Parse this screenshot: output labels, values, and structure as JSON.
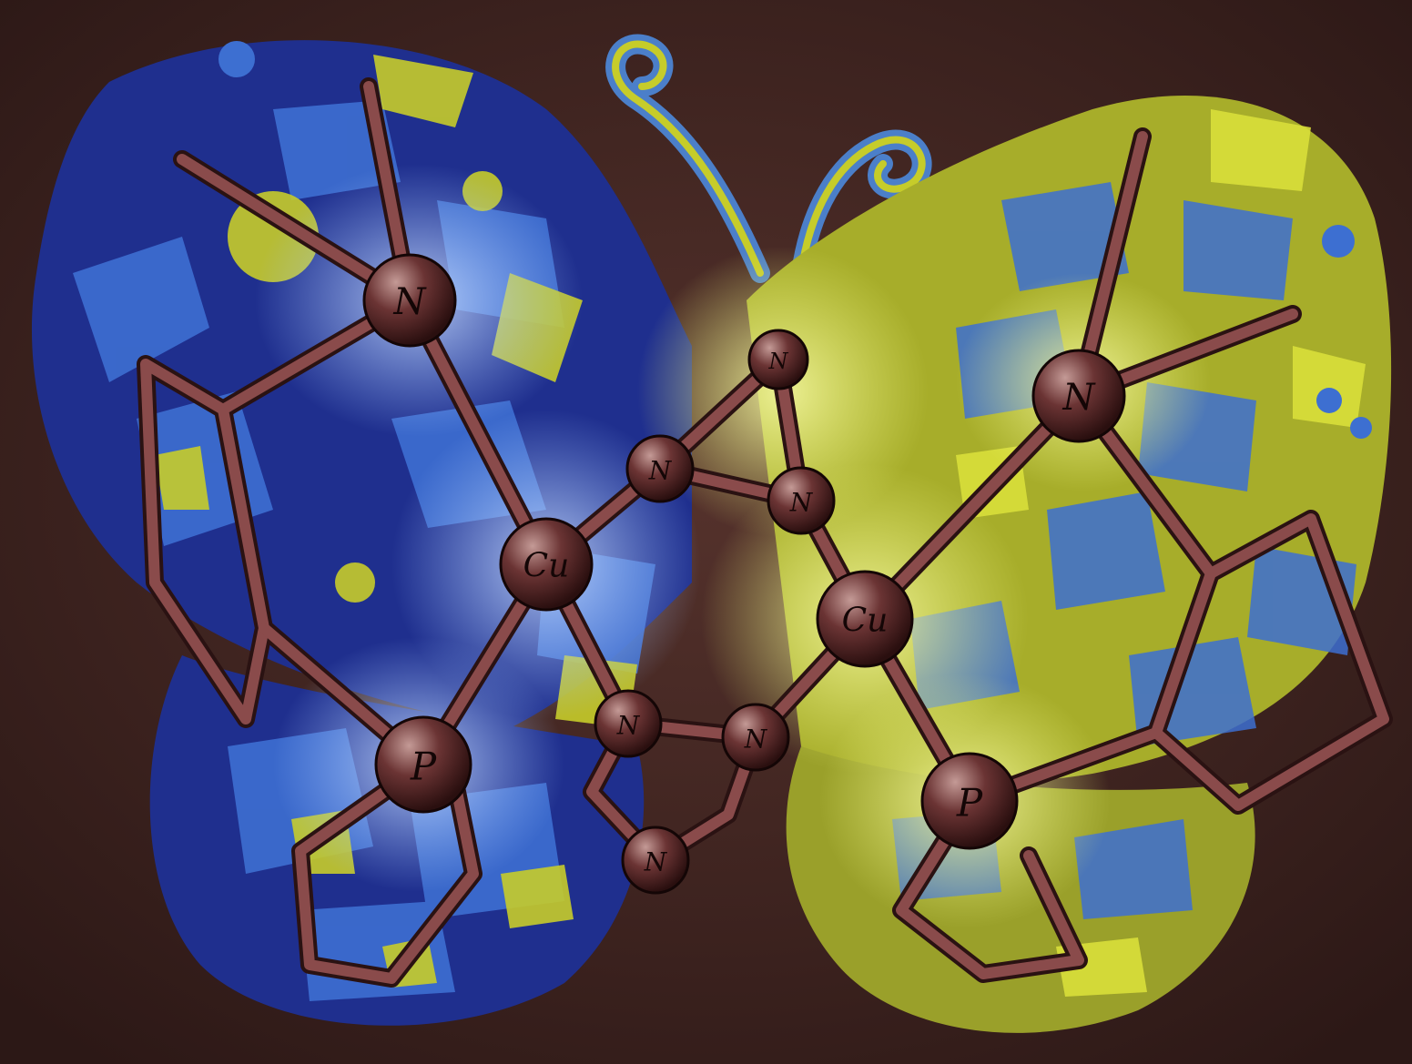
{
  "colors": {
    "background": "#3a2320",
    "wing_blue": "#1f2f8e",
    "wing_blue_light": "#3d6fd1",
    "wing_yellow": "#c6cc2a",
    "wing_olive": "#7a7f2a",
    "bond": "#6e3a3a",
    "atom": "#5a2a2a",
    "glow_blue": "#9fc3ff",
    "glow_yellow": "#eaf27a"
  },
  "molecule": {
    "atoms": [
      {
        "id": "n-top-left",
        "label": "N"
      },
      {
        "id": "cu-left",
        "label": "Cu"
      },
      {
        "id": "p-left",
        "label": "P"
      },
      {
        "id": "n-bridge-upper-left",
        "label": "N"
      },
      {
        "id": "n-bridge-top",
        "label": "N"
      },
      {
        "id": "n-bridge-upper-right",
        "label": "N"
      },
      {
        "id": "cu-right",
        "label": "Cu"
      },
      {
        "id": "n-top-right",
        "label": "N"
      },
      {
        "id": "p-right",
        "label": "P"
      },
      {
        "id": "n-ring-left",
        "label": "N"
      },
      {
        "id": "n-ring-right",
        "label": "N"
      },
      {
        "id": "n-ring-bottom",
        "label": "N"
      }
    ]
  }
}
